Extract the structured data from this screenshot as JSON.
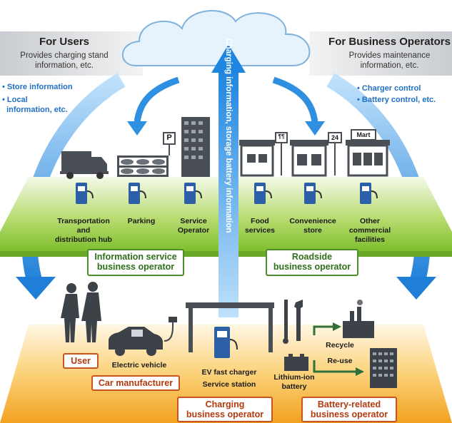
{
  "users": {
    "title": "For Users",
    "desc_1": "Provides charging stand",
    "desc_2": "information, etc.",
    "bullet_1": "• Store information",
    "bullet_2": "• Local",
    "bullet_3": "  information, etc."
  },
  "business": {
    "title": "For Business Operators",
    "desc_1": "Provides maintenance",
    "desc_2": "information, etc.",
    "bullet_1": "• Charger control",
    "bullet_2": "• Battery control, etc."
  },
  "center_arrow_label": "Charging information, storage battery information",
  "upper_labels": {
    "transport_1": "Transportation",
    "transport_2": "and",
    "transport_3": "distribution hub",
    "parking": "Parking",
    "service_1": "Service",
    "service_2": "Operator",
    "food_1": "Food",
    "food_2": "services",
    "conv_1": "Convenience",
    "conv_2": "store",
    "other_1": "Other",
    "other_2": "commercial",
    "other_3": "facilities"
  },
  "boxes": {
    "info_service_1": "Information service",
    "info_service_2": "business operator",
    "roadside_1": "Roadside",
    "roadside_2": "business operator",
    "user": "User",
    "car_manufacturer": "Car manufacturer",
    "charging_1": "Charging",
    "charging_2": "business operator",
    "battery_1": "Battery-related",
    "battery_2": "business operator"
  },
  "lower_labels": {
    "electric_vehicle": "Electric vehicle",
    "ev_charger": "EV fast charger",
    "service_station": "Service station",
    "lithium_1": "Lithium-ion",
    "lithium_2": "battery",
    "recycle": "Recycle",
    "reuse": "Re-use"
  },
  "signs": {
    "parking": "P",
    "food": "¶¶",
    "store": "24",
    "mart": "Mart"
  },
  "colors": {
    "arrow_blue": "#2f8fe0",
    "platform_green": "#8cc63f",
    "platform_orange": "#f5a623",
    "box_green": "#4a8f2a",
    "box_orange": "#c9541c"
  }
}
